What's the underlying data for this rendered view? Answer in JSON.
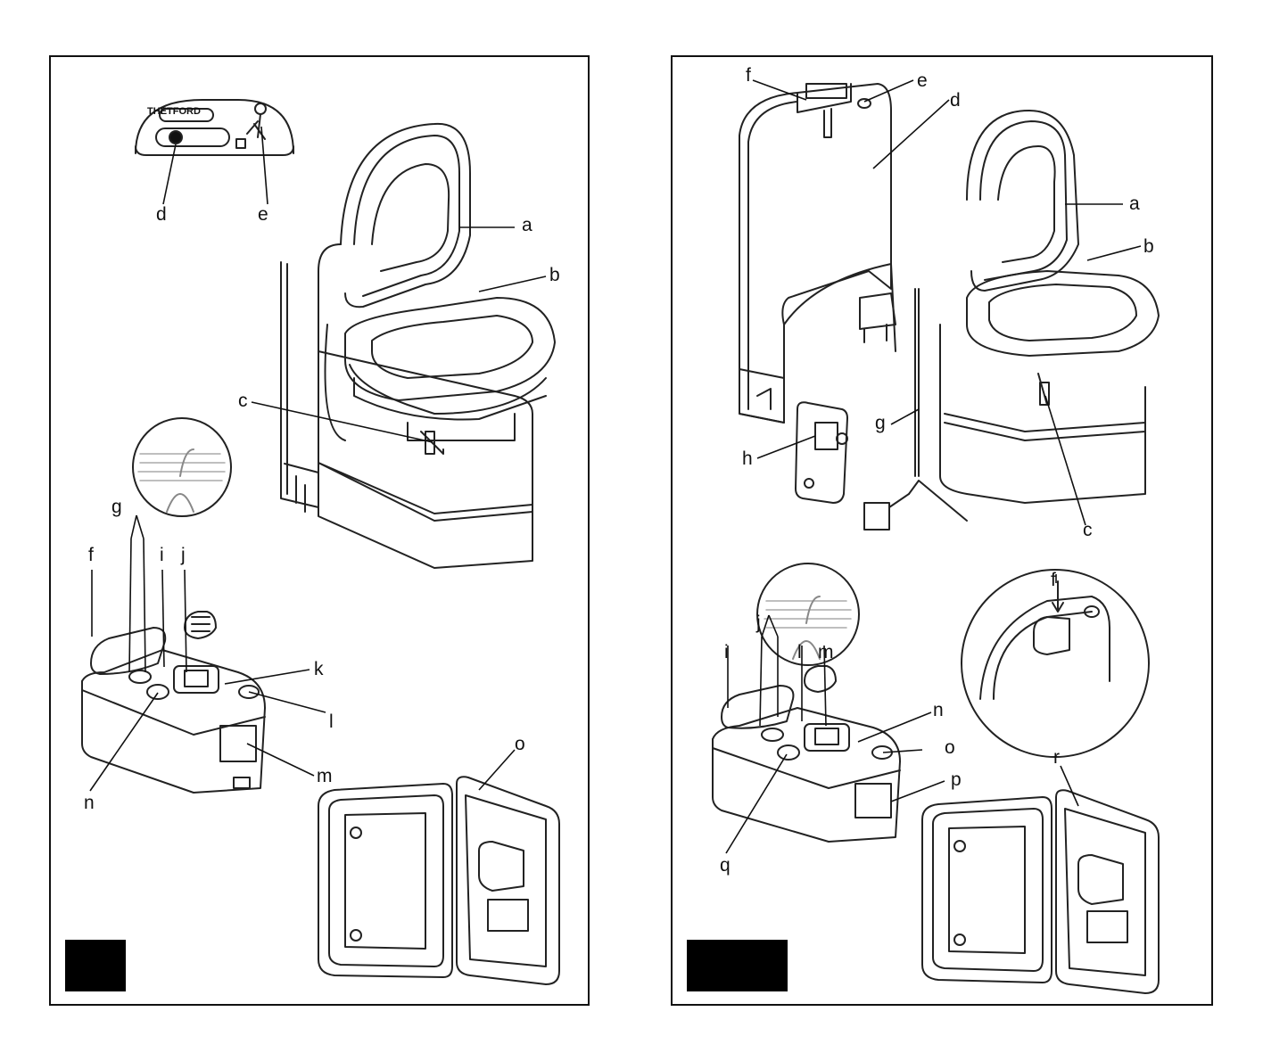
{
  "brand_logo_text": "THETFORD",
  "left_panel": {
    "labels": {
      "a": "a",
      "b": "b",
      "c": "c",
      "d": "d",
      "e": "e",
      "f": "f",
      "g": "g",
      "i": "i",
      "j": "j",
      "k": "k",
      "l": "l",
      "m": "m",
      "n": "n",
      "o": "o"
    }
  },
  "right_panel": {
    "labels": {
      "a": "a",
      "b": "b",
      "c": "c",
      "d": "d",
      "e": "e",
      "f": "f",
      "g": "g",
      "h": "h",
      "f2": "f",
      "i": "i",
      "j": "j",
      "l": "l",
      "m": "m",
      "n": "n",
      "o": "o",
      "p": "p",
      "q": "q",
      "r": "r"
    }
  }
}
